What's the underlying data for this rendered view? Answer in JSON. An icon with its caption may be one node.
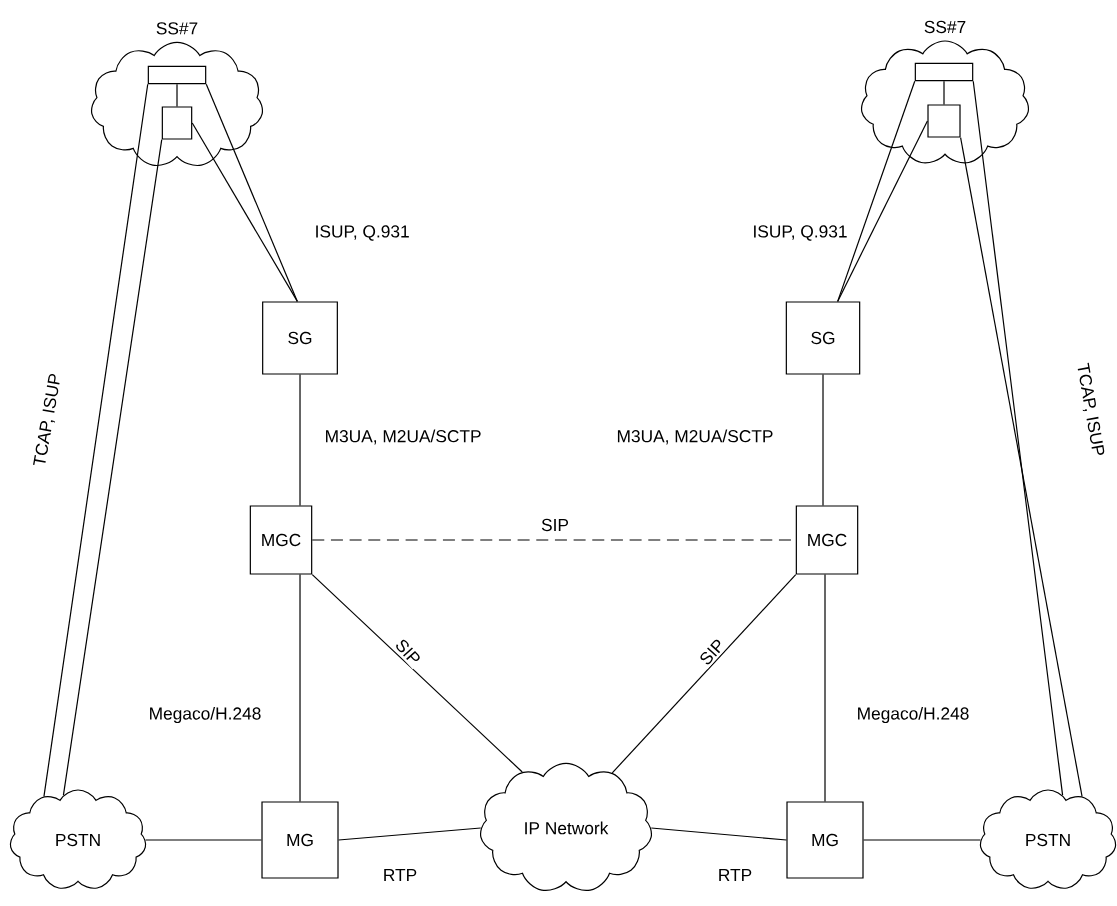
{
  "diagram": {
    "nodes": [
      {
        "text": [
          "SS#7"
        ]
      },
      {
        "text": [],
        "shape": "box",
        "in": 0
      },
      {
        "text": [],
        "shape": "box",
        "in": 0
      },
      {
        "text": [
          "SS#7"
        ]
      },
      {
        "text": [],
        "shape": "box",
        "in": 3
      },
      {
        "text": [],
        "shape": "box",
        "in": 3
      },
      {
        "text": [
          "SG"
        ]
      },
      {
        "text": [
          "SG"
        ]
      },
      {
        "text": [
          "MGC"
        ]
      },
      {
        "text": [
          "MGC"
        ]
      },
      {
        "text": [
          "PSTN"
        ]
      },
      {
        "text": [
          "MG"
        ]
      },
      {
        "text": [
          "IP Network"
        ]
      },
      {
        "text": [
          "MG"
        ]
      },
      {
        "text": [
          "PSTN"
        ]
      }
    ],
    "edges": [
      {
        "from": 1,
        "to": 2,
        "arrow": "none"
      },
      {
        "from": 1,
        "to": 6,
        "arrow": "none",
        "label": "ISUP, Q.931"
      },
      {
        "from": 2,
        "to": 6,
        "arrow": "none"
      },
      {
        "from": 1,
        "to": 10,
        "arrow": "none",
        "label": "TCAP, ISUP"
      },
      {
        "from": 2,
        "to": 10,
        "arrow": "none"
      },
      {
        "from": 4,
        "to": 5,
        "arrow": "none"
      },
      {
        "from": 4,
        "to": 7,
        "arrow": "none",
        "label": "ISUP, Q.931"
      },
      {
        "from": 5,
        "to": 7,
        "arrow": "none"
      },
      {
        "from": 4,
        "to": 14,
        "arrow": "none",
        "label": "TCAP, ISUP"
      },
      {
        "from": 5,
        "to": 14,
        "arrow": "none"
      },
      {
        "from": 6,
        "to": 8,
        "arrow": "none",
        "label": "M3UA, M2UA/SCTP"
      },
      {
        "from": 7,
        "to": 9,
        "arrow": "none",
        "label": "M3UA, M2UA/SCTP"
      },
      {
        "from": 8,
        "to": 9,
        "arrow": "none",
        "label": "SIP",
        "style": "dashed"
      },
      {
        "from": 8,
        "to": 12,
        "arrow": "none",
        "label": "SIP"
      },
      {
        "from": 9,
        "to": 12,
        "arrow": "none",
        "label": "SIP"
      },
      {
        "from": 8,
        "to": 11,
        "arrow": "none",
        "label": "Megaco/H.248"
      },
      {
        "from": 9,
        "to": 13,
        "arrow": "none",
        "label": "Megaco/H.248"
      },
      {
        "from": 10,
        "to": 11,
        "arrow": "none"
      },
      {
        "from": 11,
        "to": 12,
        "arrow": "none",
        "label": "RTP"
      },
      {
        "from": 12,
        "to": 13,
        "arrow": "none",
        "label": "RTP"
      },
      {
        "from": 13,
        "to": 14,
        "arrow": "none"
      }
    ]
  }
}
